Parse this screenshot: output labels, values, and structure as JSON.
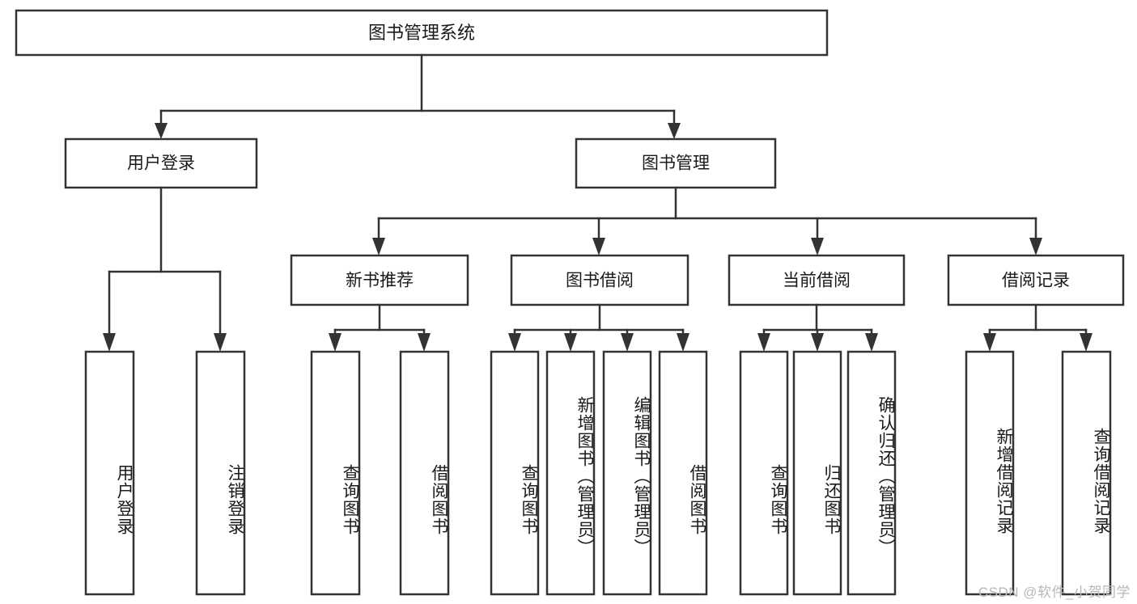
{
  "diagram": {
    "title": "图书管理系统",
    "type": "tree",
    "watermark": "CSDN @软件_小贺同学",
    "colors": {
      "background": "#ffffff",
      "stroke": "#333333",
      "text": "#1a1a1a",
      "watermark": "#b8b8b8"
    },
    "nodes": {
      "root": {
        "label": "图书管理系统",
        "orientation": "horizontal"
      },
      "level2": [
        {
          "label": "用户登录",
          "orientation": "horizontal"
        },
        {
          "label": "图书管理",
          "orientation": "horizontal"
        }
      ],
      "level3": [
        {
          "label": "新书推荐",
          "orientation": "horizontal"
        },
        {
          "label": "图书借阅",
          "orientation": "horizontal"
        },
        {
          "label": "当前借阅",
          "orientation": "horizontal"
        },
        {
          "label": "借阅记录",
          "orientation": "horizontal"
        }
      ],
      "leaves": [
        {
          "label": "用户登录",
          "orientation": "vertical",
          "parent": "用户登录"
        },
        {
          "label": "注销登录",
          "orientation": "vertical",
          "parent": "用户登录"
        },
        {
          "label": "查询图书",
          "orientation": "vertical",
          "parent": "新书推荐"
        },
        {
          "label": "借阅图书",
          "orientation": "vertical",
          "parent": "新书推荐"
        },
        {
          "label": "查询图书",
          "orientation": "vertical",
          "parent": "图书借阅"
        },
        {
          "label": "新增图书（管理员）",
          "orientation": "vertical",
          "parent": "图书借阅"
        },
        {
          "label": "编辑图书（管理员）",
          "orientation": "vertical",
          "parent": "图书借阅"
        },
        {
          "label": "借阅图书",
          "orientation": "vertical",
          "parent": "图书借阅"
        },
        {
          "label": "查询图书",
          "orientation": "vertical",
          "parent": "当前借阅"
        },
        {
          "label": "归还图书",
          "orientation": "vertical",
          "parent": "当前借阅"
        },
        {
          "label": "确认归还（管理员）",
          "orientation": "vertical",
          "parent": "当前借阅"
        },
        {
          "label": "新增借阅记录",
          "orientation": "vertical",
          "parent": "借阅记录"
        },
        {
          "label": "查询借阅记录",
          "orientation": "vertical",
          "parent": "借阅记录"
        }
      ]
    }
  }
}
